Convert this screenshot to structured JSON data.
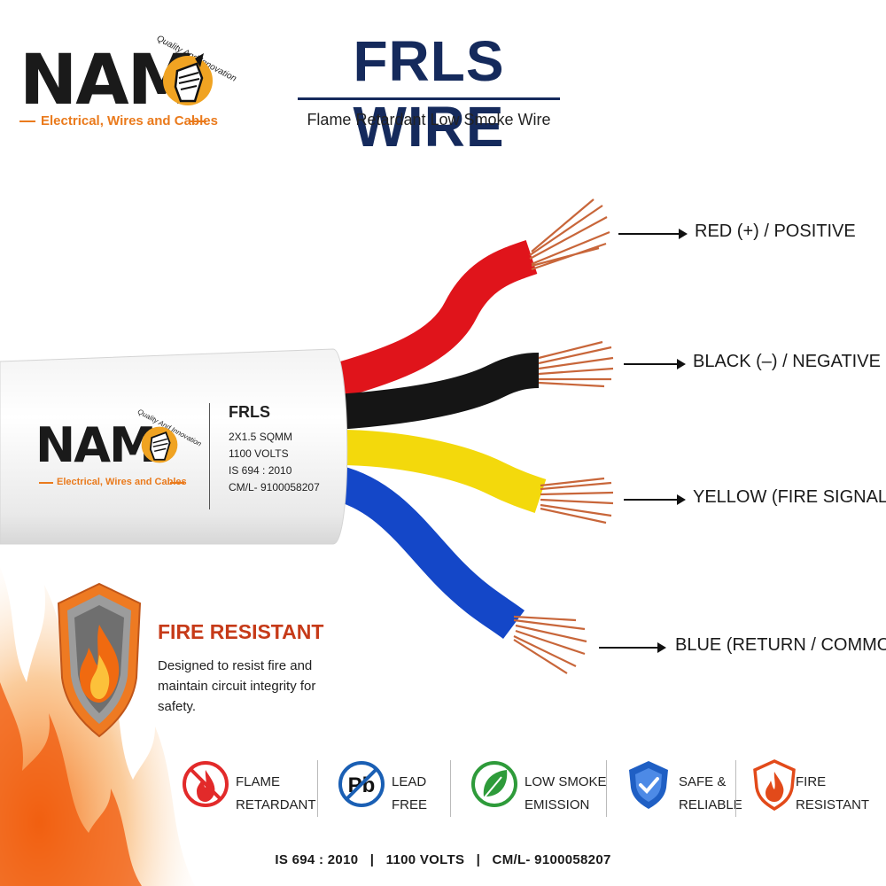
{
  "brand": {
    "name": "NAM",
    "tagline": "Electrical, Wires and Cables",
    "quality": "Quality And Innovation",
    "accent": "#ea7a1c"
  },
  "header": {
    "title": "FRLS WIRE",
    "subtitle": "Flame Retardant Low Smoke Wire",
    "title_color": "#152a5c"
  },
  "cable": {
    "spec_head": "FRLS",
    "spec_lines": [
      "2X1.5 SQMM",
      "1100 VOLTS",
      "IS 694 : 2010",
      "CM/L- 9100058207"
    ],
    "wires": [
      {
        "label": "RED (+) / POSITIVE",
        "color": "#e0141b"
      },
      {
        "label": "BLACK (–) / NEGATIVE",
        "color": "#151515"
      },
      {
        "label": "YELLOW (FIRE SIGNAL)",
        "color": "#f3d90c"
      },
      {
        "label": "BLUE (RETURN / COMMON)",
        "color": "#1447c8"
      }
    ],
    "copper_color": "#c8663a"
  },
  "fire_resistant": {
    "heading": "FIRE RESISTANT",
    "description": "Designed to resist fire and maintain circuit integrity for safety.",
    "icon": "flame-shield-icon"
  },
  "features": [
    {
      "line1": "FLAME",
      "line2": "RETARDANT",
      "icon": "no-flame-icon",
      "color": "#e22a2a"
    },
    {
      "line1": "LEAD",
      "line2": "FREE",
      "icon": "pb-free-icon",
      "color": "#1a5fb4"
    },
    {
      "line1": "LOW SMOKE",
      "line2": "EMISSION",
      "icon": "leaf-icon",
      "color": "#2e9b3a"
    },
    {
      "line1": "SAFE &",
      "line2": "RELIABLE",
      "icon": "check-shield-icon",
      "color": "#1f5fc4"
    },
    {
      "line1": "FIRE",
      "line2": "RESISTANT",
      "icon": "flame-shield-icon",
      "color": "#e24a1a"
    }
  ],
  "footer": "IS 694 : 2010   |   1100 VOLTS   |   CM/L- 9100058207"
}
